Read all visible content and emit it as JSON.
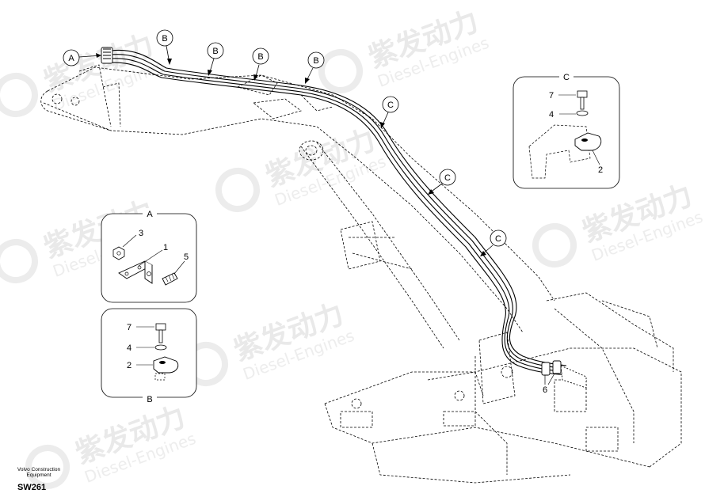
{
  "watermark": {
    "brand_cn": "紫发动力",
    "brand_en": "Diesel-Engines"
  },
  "callouts": {
    "A": "A",
    "B": "B",
    "C": "C"
  },
  "details": {
    "A": {
      "title": "A",
      "parts": [
        "3",
        "1",
        "5"
      ]
    },
    "B": {
      "title": "B",
      "parts": [
        "7",
        "4",
        "2"
      ]
    },
    "C": {
      "title": "C",
      "parts": [
        "7",
        "4",
        "2"
      ]
    }
  },
  "main_parts": {
    "fitting_label": "6"
  },
  "footer": {
    "maker_line1": "Volvo Construction",
    "maker_line2": "Equipment",
    "code": "SW261"
  }
}
